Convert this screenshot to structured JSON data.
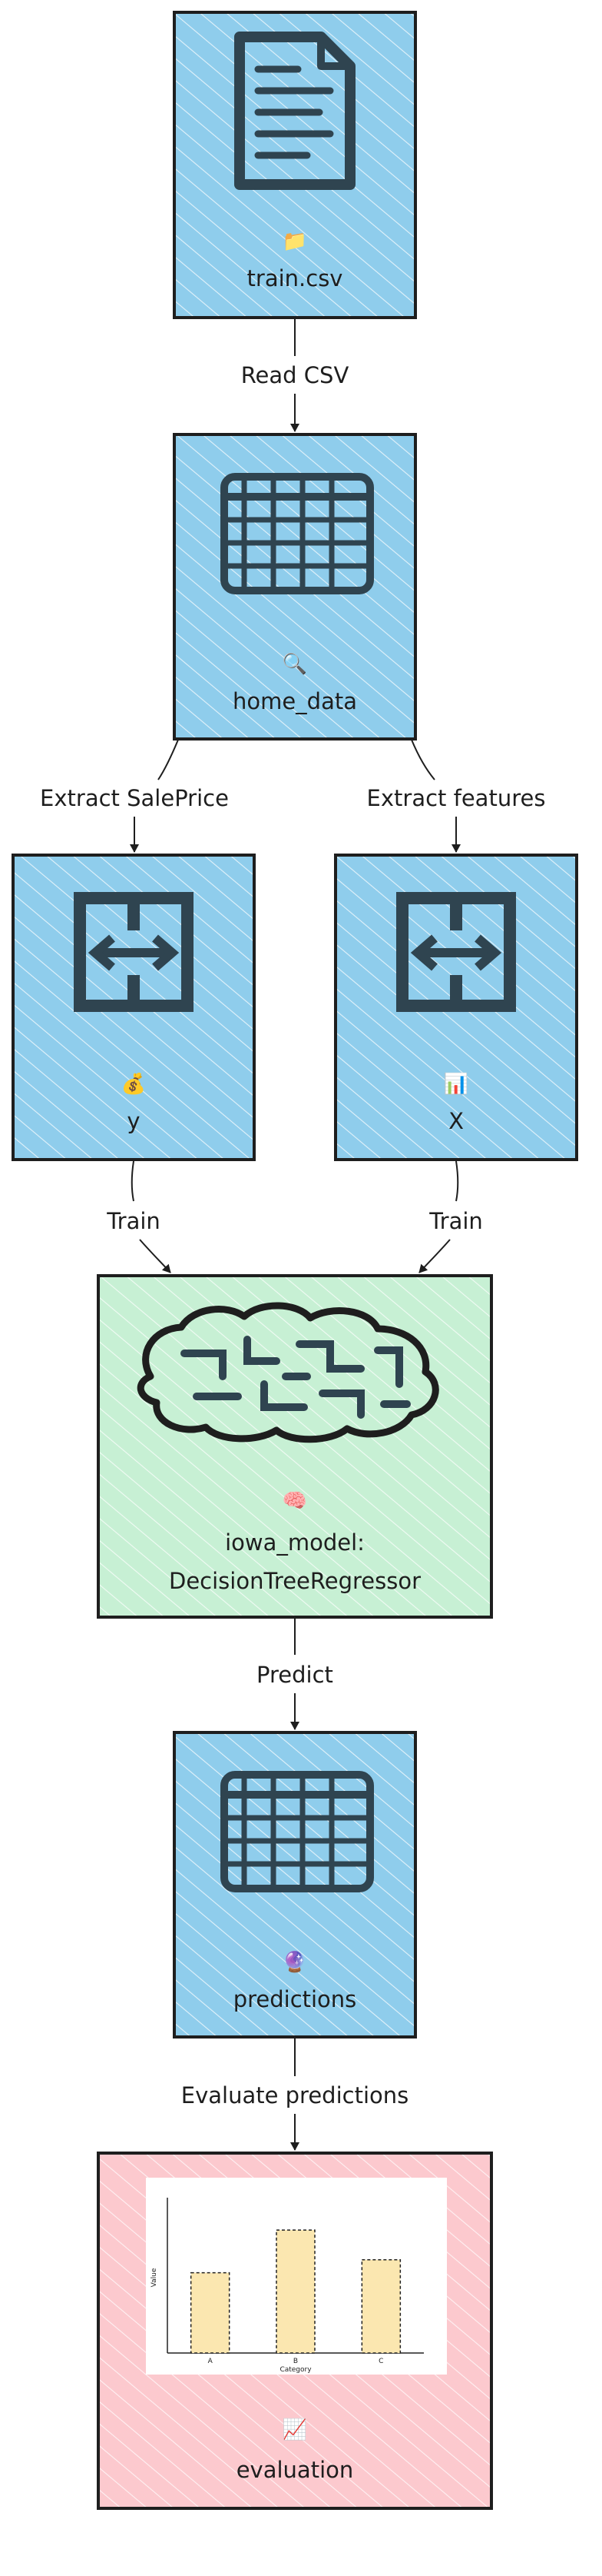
{
  "colors": {
    "blue_fill": "#8fcdec",
    "green_fill": "#c7f0d4",
    "pink_fill": "#fcc9ce",
    "stroke": "#1e1e1e",
    "icon": "#2f4450",
    "bar_fill": "#fbe7b0"
  },
  "nodes": {
    "train_csv": {
      "emoji": "📁",
      "label": "train.csv",
      "icon": "document-icon"
    },
    "home_data": {
      "emoji": "🔍",
      "label": "home_data",
      "icon": "table-icon"
    },
    "y": {
      "emoji": "💰",
      "label": "y",
      "icon": "split-arrows-icon"
    },
    "x": {
      "emoji": "📊",
      "label": "X",
      "icon": "split-arrows-icon"
    },
    "iowa_model": {
      "emoji": "🧠",
      "label_line1": "iowa_model:",
      "label_line2": "DecisionTreeRegressor",
      "icon": "brain-icon"
    },
    "predictions": {
      "emoji": "🔮",
      "label": "predictions",
      "icon": "table-icon"
    },
    "evaluation": {
      "emoji": "📈",
      "label": "evaluation",
      "icon": "bar-chart-thumbnail"
    }
  },
  "edges": {
    "read_csv": "Read CSV",
    "extract_saleprice": "Extract SalePrice",
    "extract_features": "Extract features",
    "train_left": "Train",
    "train_right": "Train",
    "predict": "Predict",
    "evaluate": "Evaluate predictions"
  },
  "chart_data": {
    "type": "bar",
    "categories": [
      "A",
      "B",
      "C"
    ],
    "values": [
      0.62,
      0.95,
      0.72
    ],
    "xlabel": "Category",
    "ylabel": "Value",
    "ylim": [
      0,
      1.2
    ]
  }
}
